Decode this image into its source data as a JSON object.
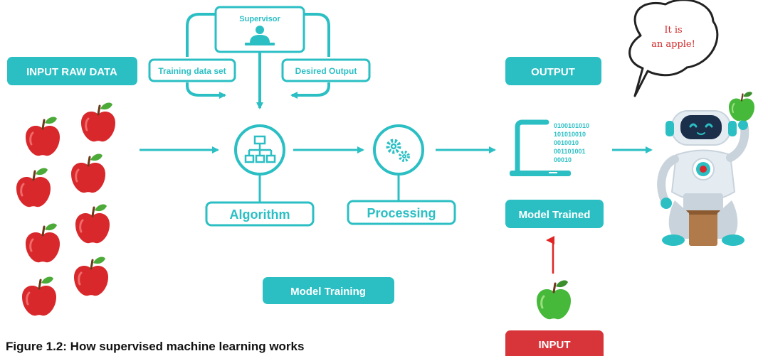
{
  "labels": {
    "input_raw_data": "INPUT RAW DATA",
    "supervisor": "Supervisor",
    "training_data_set": "Training data set",
    "desired_output": "Desired Output",
    "output": "OUTPUT",
    "algorithm": "Algorithm",
    "processing": "Processing",
    "model_trained": "Model Trained",
    "model_training": "Model Training",
    "input": "INPUT"
  },
  "speech_bubble": {
    "line1": "It is",
    "line2": "an apple!"
  },
  "binary_lines": [
    "0100101010",
    "101010010",
    "0010010",
    "001101001",
    "00010"
  ],
  "caption": "Figure 1.2: How supervised machine learning works",
  "colors": {
    "teal": "#2bbfc4",
    "apple_red": "#d8282b",
    "apple_green": "#46b83a",
    "input_red": "#d8353a",
    "arrow_red": "#e02424"
  },
  "icons": [
    "supervisor-icon",
    "hierarchy-icon",
    "gears-icon",
    "laptop-icon",
    "robot-icon",
    "apple-icon"
  ]
}
